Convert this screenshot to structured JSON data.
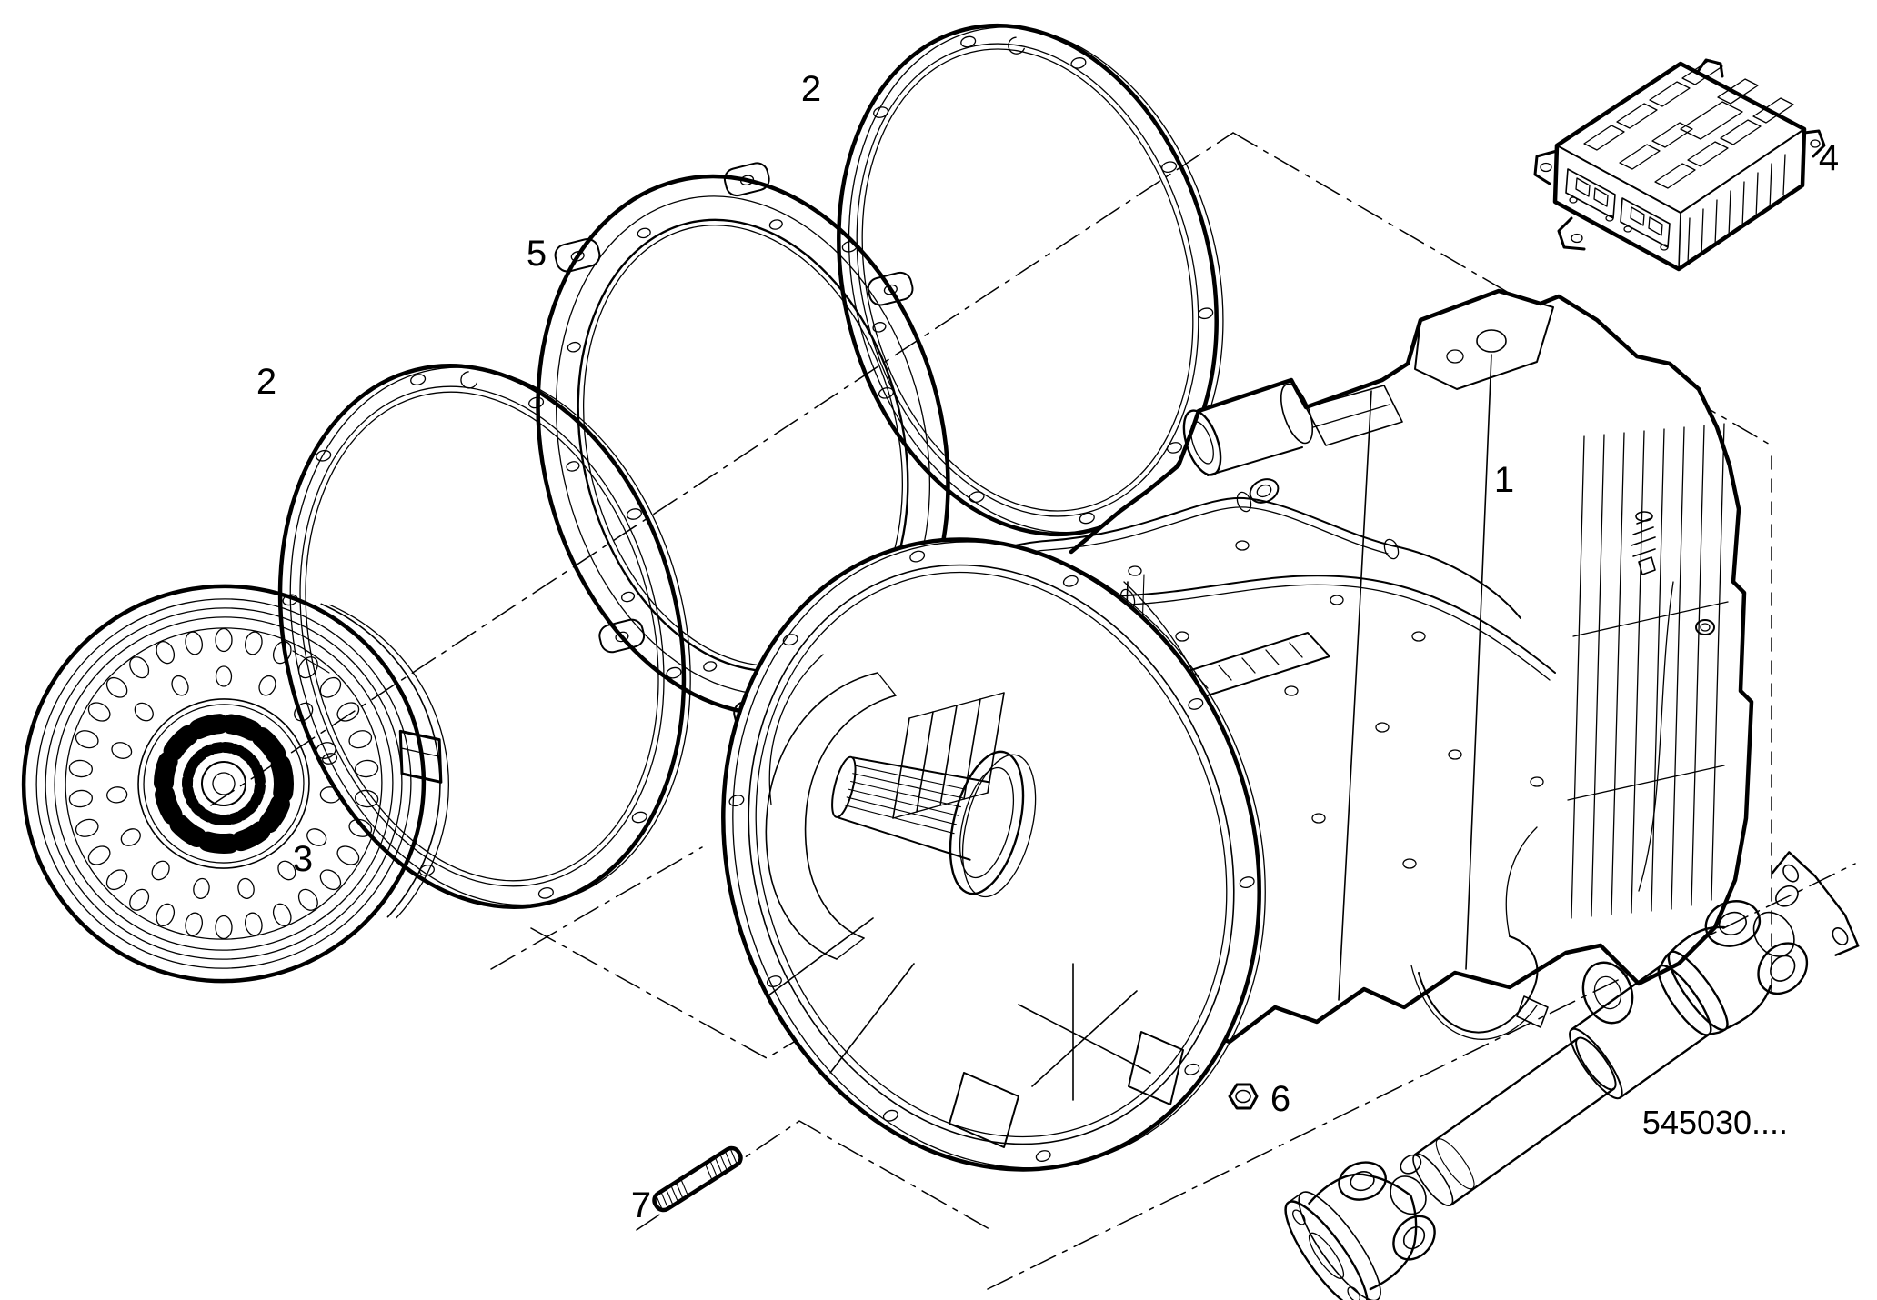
{
  "diagram": {
    "background_color": "#ffffff",
    "line_color": "#000000",
    "callouts": {
      "transmission": "1",
      "gasket_top": "2",
      "gasket_left": "2",
      "torque_converter": "3",
      "control_unit": "4",
      "intermediate_ring": "5",
      "nut": "6",
      "stud": "7"
    },
    "part_number_note": "545030...."
  }
}
